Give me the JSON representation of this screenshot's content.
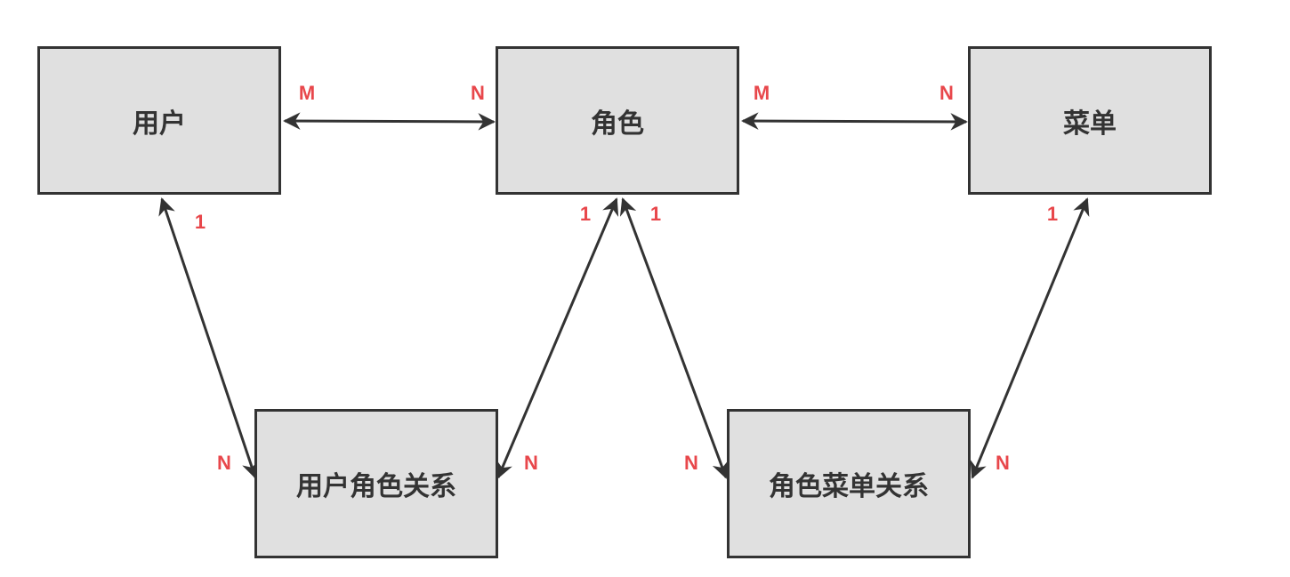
{
  "nodes": {
    "user": {
      "label": "用户"
    },
    "role": {
      "label": "角色"
    },
    "menu": {
      "label": "菜单"
    },
    "user_role": {
      "label": "用户角色关系"
    },
    "role_menu": {
      "label": "角色菜单关系"
    }
  },
  "edges": {
    "user_role": {
      "from_label": "M",
      "to_label": "N"
    },
    "role_menu": {
      "from_label": "M",
      "to_label": "N"
    },
    "user_userrole": {
      "from_label": "1",
      "to_label": "N"
    },
    "role_userrole": {
      "from_label": "1",
      "to_label": "N"
    },
    "role_rolemenu": {
      "from_label": "1",
      "to_label": "N"
    },
    "menu_rolemenu": {
      "from_label": "1",
      "to_label": "N"
    }
  },
  "colors": {
    "node_fill": "#e0e0e0",
    "node_border": "#333333",
    "edge": "#333333",
    "cardinality": "#e8474b"
  }
}
